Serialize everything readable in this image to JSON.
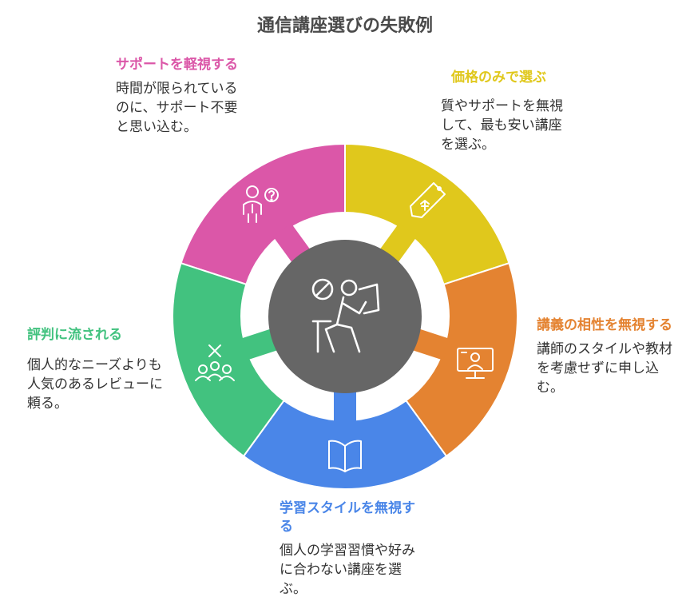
{
  "title": "通信講座選びの失敗例",
  "colors": {
    "pink": "#db57a8",
    "yellow": "#e0c81c",
    "orange": "#e48331",
    "blue": "#4a86e8",
    "green": "#42c27f",
    "center": "#666666"
  },
  "segments": [
    {
      "id": "support",
      "heading": "サポートを軽視する",
      "body": "時間が限られているのに、サポート不要と思い込む。",
      "icon": "person-question-icon",
      "color": "#db57a8"
    },
    {
      "id": "price",
      "heading": "価格のみで選ぶ",
      "body": "質やサポートを無視して、最も安い講座を選ぶ。",
      "icon": "yen-price-tag-icon",
      "color": "#e0c81c"
    },
    {
      "id": "compat",
      "heading": "講義の相性を無視する",
      "body": "講師のスタイルや教材を考慮せずに申し込む。",
      "icon": "video-lecture-icon",
      "color": "#e48331"
    },
    {
      "id": "style",
      "heading": "学習スタイルを無視する",
      "body": "個人の学習習慣や好みに合わない講座を選ぶ。",
      "icon": "open-book-icon",
      "color": "#4a86e8"
    },
    {
      "id": "reviews",
      "heading": "評判に流される",
      "body": "個人的なニーズよりも人気のあるレビューに頼る。",
      "icon": "crowd-cross-icon",
      "color": "#42c27f"
    }
  ],
  "center_icon": "confused-student-icon"
}
